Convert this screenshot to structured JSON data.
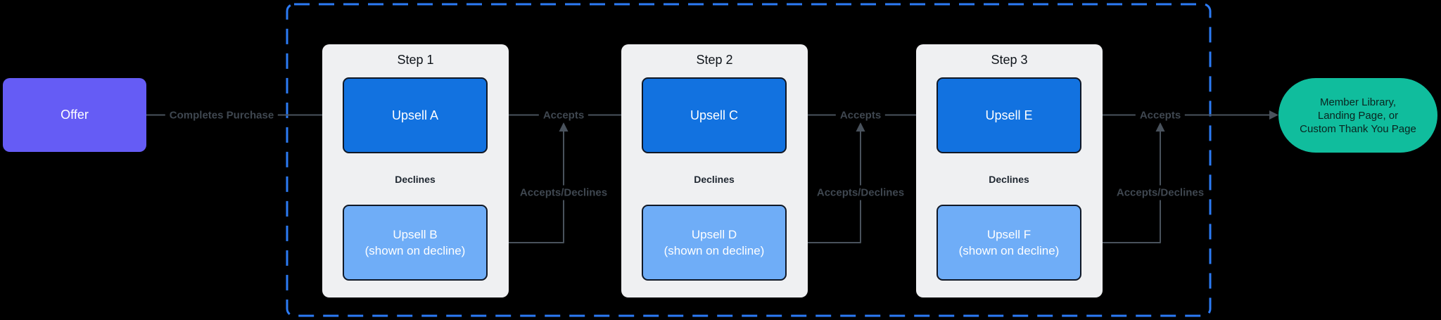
{
  "diagram": {
    "offer": {
      "label": "Offer"
    },
    "entry_edge_label": "Completes Purchase",
    "steps": [
      {
        "title": "Step 1",
        "primary": "Upsell A",
        "fallback": "Upsell B\n(shown on decline)",
        "decline_label": "Declines",
        "accepts_label": "Accepts",
        "accepts_declines_label": "Accepts/Declines"
      },
      {
        "title": "Step 2",
        "primary": "Upsell C",
        "fallback": "Upsell D\n(shown on decline)",
        "decline_label": "Declines",
        "accepts_label": "Accepts",
        "accepts_declines_label": "Accepts/Declines"
      },
      {
        "title": "Step 3",
        "primary": "Upsell E",
        "fallback": "Upsell F\n(shown on decline)",
        "decline_label": "Declines",
        "accepts_label": "Accepts",
        "accepts_declines_label": "Accepts/Declines"
      }
    ],
    "destination": {
      "label": "Member Library,\nLanding Page, or\nCustom Thank You Page"
    },
    "colors": {
      "background": "#000000",
      "offer": "#655CF5",
      "primary_upsell": "#1272E0",
      "fallback_upsell": "#6FADF7",
      "panel": "#EFF0F2",
      "destination": "#10BD9D",
      "dashed_border": "#2C7BF5",
      "connector": "#49525C",
      "edge_label": "#3F4750",
      "node_border": "#101826"
    }
  }
}
